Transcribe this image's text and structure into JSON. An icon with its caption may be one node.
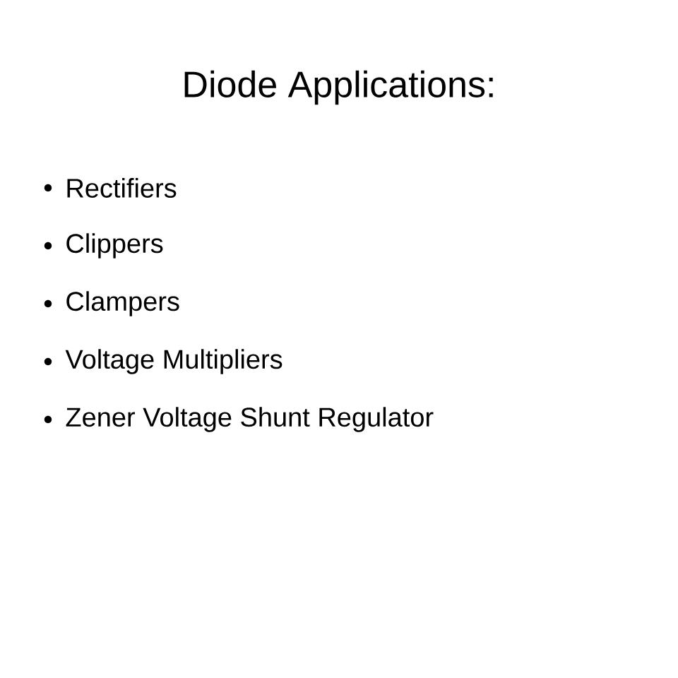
{
  "diagram": {
    "title": "Diode Applications:",
    "labels": [
      "Rectifiers",
      "Clippers",
      "Clampers",
      "Voltage Multipliers",
      "Zener Voltage Shunt Regulator"
    ]
  }
}
